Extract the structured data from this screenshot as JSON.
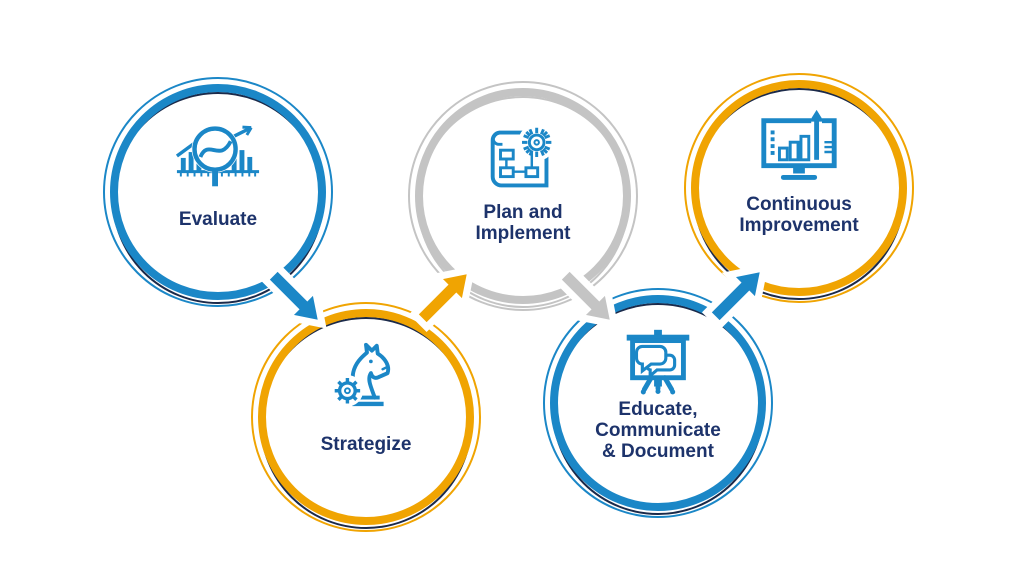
{
  "diagram": {
    "colors": {
      "blue": "#1b87c7",
      "orange": "#f0a402",
      "gray": "#c4c4c4",
      "navy": "#1d336b",
      "navy_ring": "#1b2a4a",
      "icon_blue": "#1b87c7",
      "background": "#ffffff"
    },
    "steps": [
      {
        "id": "evaluate",
        "label": "Evaluate",
        "color": "blue",
        "icon": "chart-magnifier-icon"
      },
      {
        "id": "strategize",
        "label": "Strategize",
        "color": "orange",
        "icon": "chess-knight-gear-icon"
      },
      {
        "id": "plan-implement",
        "label": "Plan and\nImplement",
        "color": "gray",
        "icon": "blueprint-gear-icon"
      },
      {
        "id": "educate",
        "label": "Educate,\nCommunicate\n& Document",
        "color": "blue",
        "icon": "presentation-speech-icon"
      },
      {
        "id": "continuous-improvement",
        "label": "Continuous\nImprovement",
        "color": "orange",
        "icon": "monitor-growth-icon"
      }
    ],
    "arrows": [
      {
        "from": "evaluate",
        "to": "strategize",
        "color": "blue",
        "direction": "down-right"
      },
      {
        "from": "strategize",
        "to": "plan-implement",
        "color": "orange",
        "direction": "up-right"
      },
      {
        "from": "plan-implement",
        "to": "educate",
        "color": "gray",
        "direction": "down-right"
      },
      {
        "from": "educate",
        "to": "continuous-improvement",
        "color": "blue",
        "direction": "up-right"
      }
    ]
  }
}
